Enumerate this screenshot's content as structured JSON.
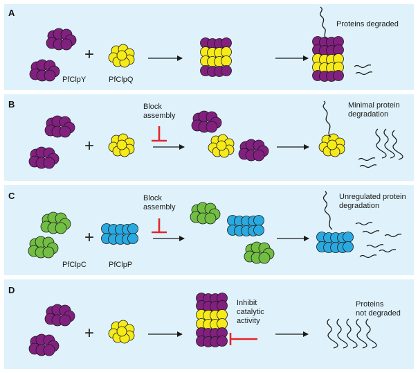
{
  "colors": {
    "panel_bg": "#dff2fb",
    "purple": "#82207f",
    "yellow": "#f6ea1a",
    "green": "#72be43",
    "blue": "#29a9e0",
    "inhibitor_red": "#e3262b",
    "outline": "#1a1a1a"
  },
  "panels": [
    {
      "letter": "A",
      "labels": {
        "pfclpy": "PfClpY",
        "pfclpq": "PfClpQ",
        "outcome": "Proteins degraded"
      }
    },
    {
      "letter": "B",
      "labels": {
        "block": "Block assembly",
        "outcome": "Minimal protein degradation"
      }
    },
    {
      "letter": "C",
      "labels": {
        "pfclpc": "PfClpC",
        "pfclpp": "PfClpP",
        "block": "Block assembly",
        "outcome": "Unregulated protein degradation"
      }
    },
    {
      "letter": "D",
      "labels": {
        "inhibit": "Inhibit catalytic activity",
        "outcome": "Proteins not degraded"
      }
    }
  ],
  "plus_sign": "+",
  "icons": [
    "peptide-chain-icon",
    "inhibitor-bar-icon",
    "arrow-icon"
  ]
}
